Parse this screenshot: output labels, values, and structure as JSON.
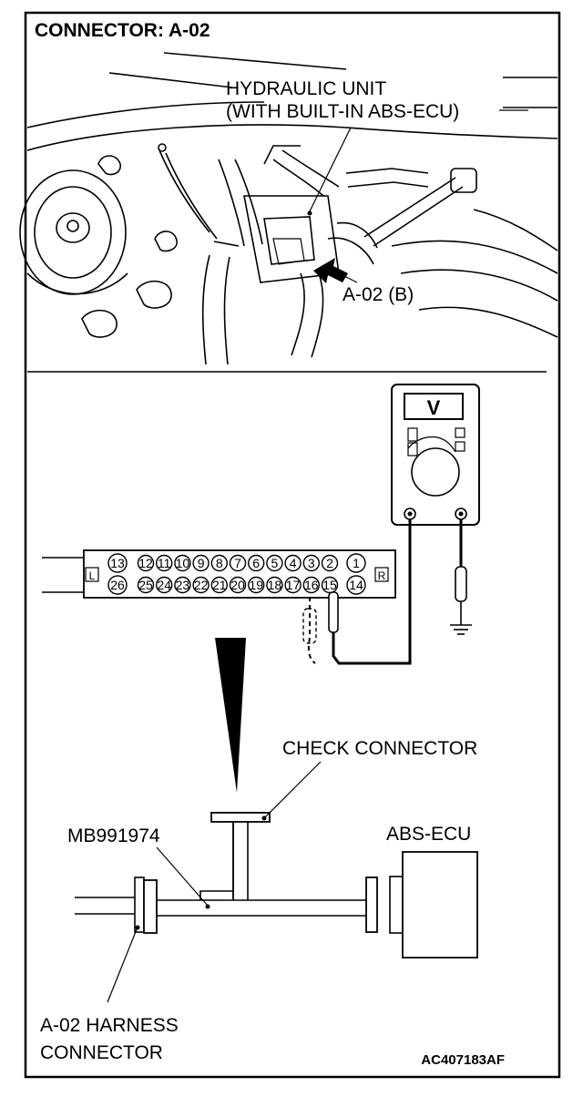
{
  "title": "CONNECTOR: A-02",
  "labels": {
    "hydraulic_unit_1": "HYDRAULIC UNIT",
    "hydraulic_unit_2": "(WITH BUILT-IN ABS-ECU)",
    "connector_b": "A-02 (B)",
    "meter_symbol": "V",
    "check_connector": "CHECK CONNECTOR",
    "mb_tool": "MB991974",
    "abs_ecu": "ABS-ECU",
    "harness_1": "A-02 HARNESS",
    "harness_2": "CONNECTOR",
    "figure_code": "AC407183AF"
  },
  "connector": {
    "left_mark": "L",
    "right_mark": "R",
    "top_pins": [
      "13",
      "12",
      "11",
      "10",
      "9",
      "8",
      "7",
      "6",
      "5",
      "4",
      "3",
      "2",
      "1"
    ],
    "bottom_pins": [
      "26",
      "25",
      "24",
      "23",
      "22",
      "21",
      "20",
      "19",
      "18",
      "17",
      "16",
      "15",
      "14"
    ]
  }
}
